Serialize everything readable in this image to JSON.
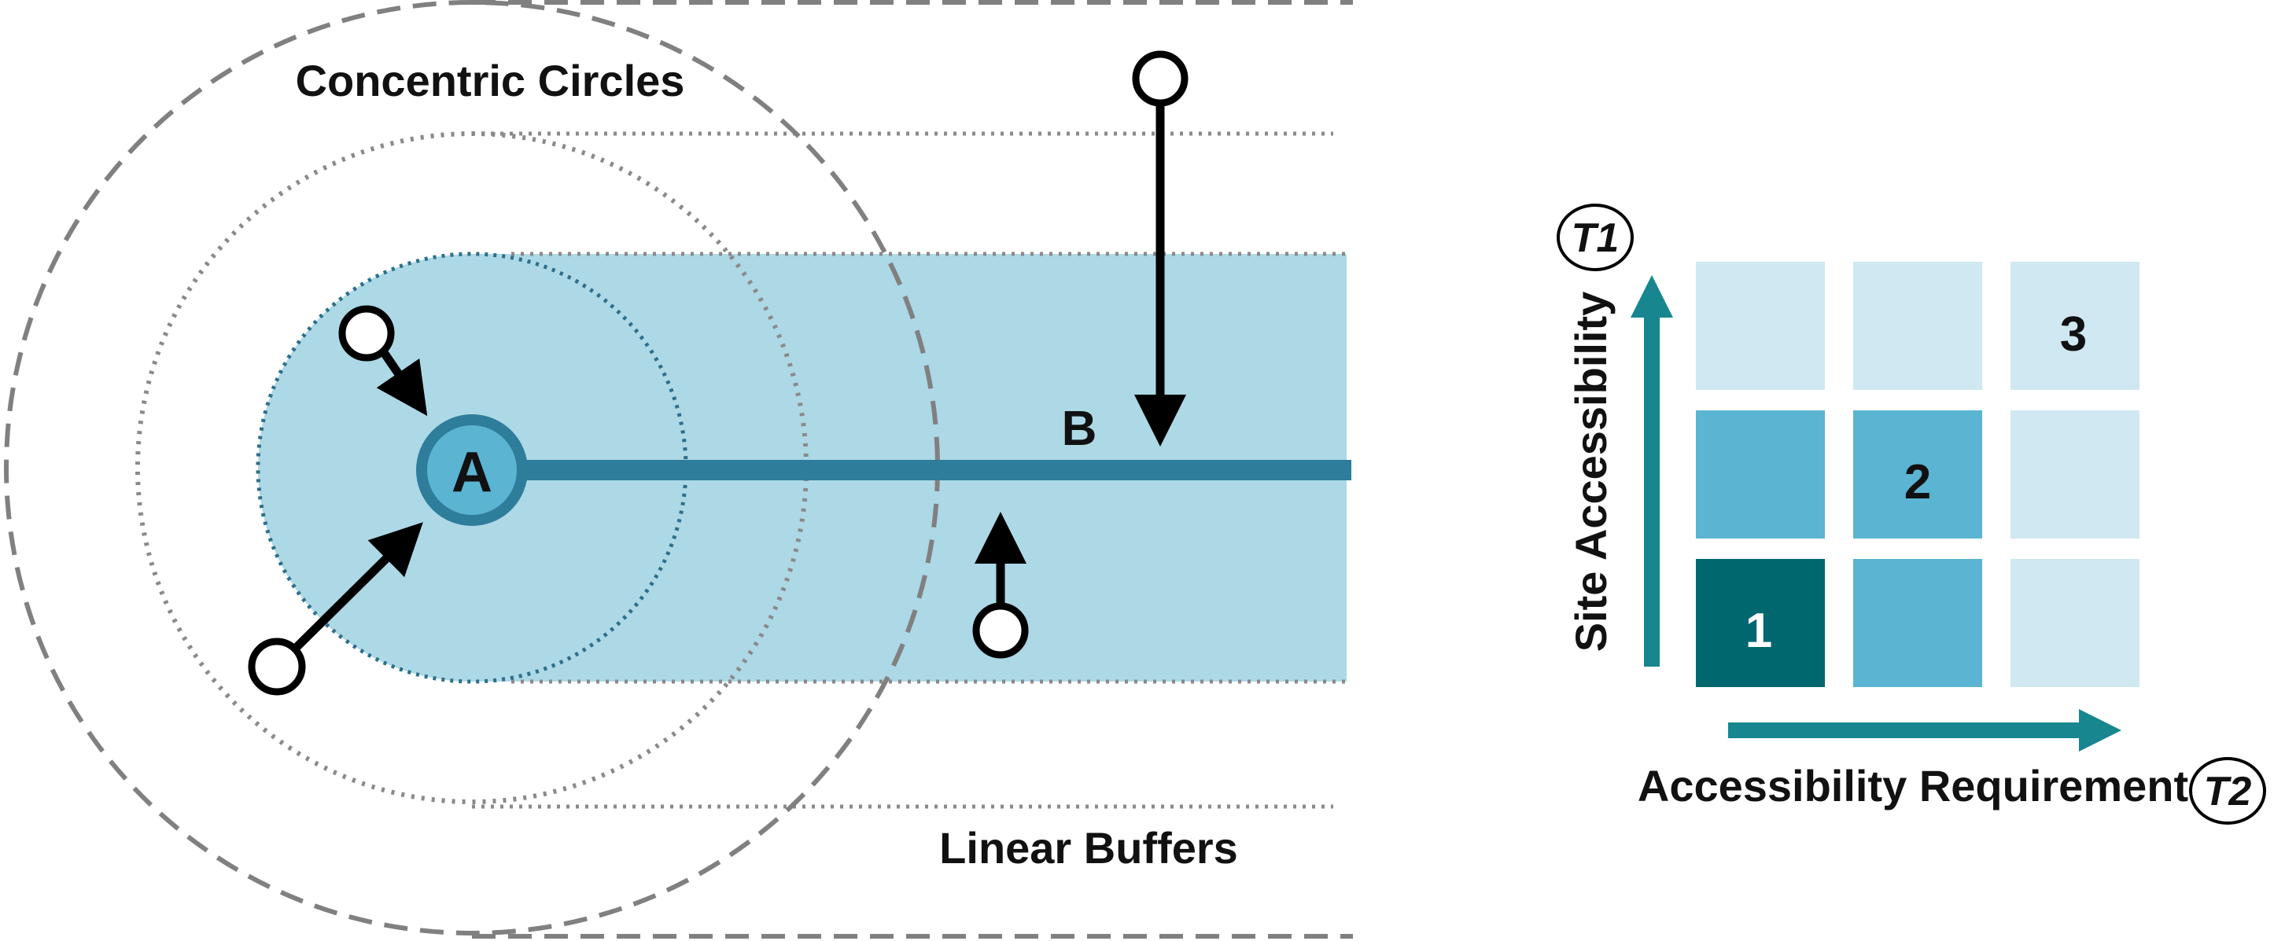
{
  "diagram": {
    "title_circles": "Concentric Circles",
    "title_buffers": "Linear Buffers",
    "node_a": "A",
    "node_b": "B"
  },
  "matrix": {
    "y_axis_label": "Site Accessibility",
    "x_axis_label": "Accessibility Requirement",
    "t1_label": "T1",
    "t2_label": "T2",
    "cell_labels": {
      "cell_1": "1",
      "cell_2": "2",
      "cell_3": "3"
    }
  },
  "colors": {
    "buffer_fill": "#add8e6",
    "line": "#2e7d9a",
    "node_fill": "#5ab4d2",
    "cell_dark": "#00676e",
    "cell_mid": "#5ab4d2",
    "cell_light": "#cfe8f1",
    "arrow_teal": "#17868f",
    "dashes": "#808080"
  }
}
